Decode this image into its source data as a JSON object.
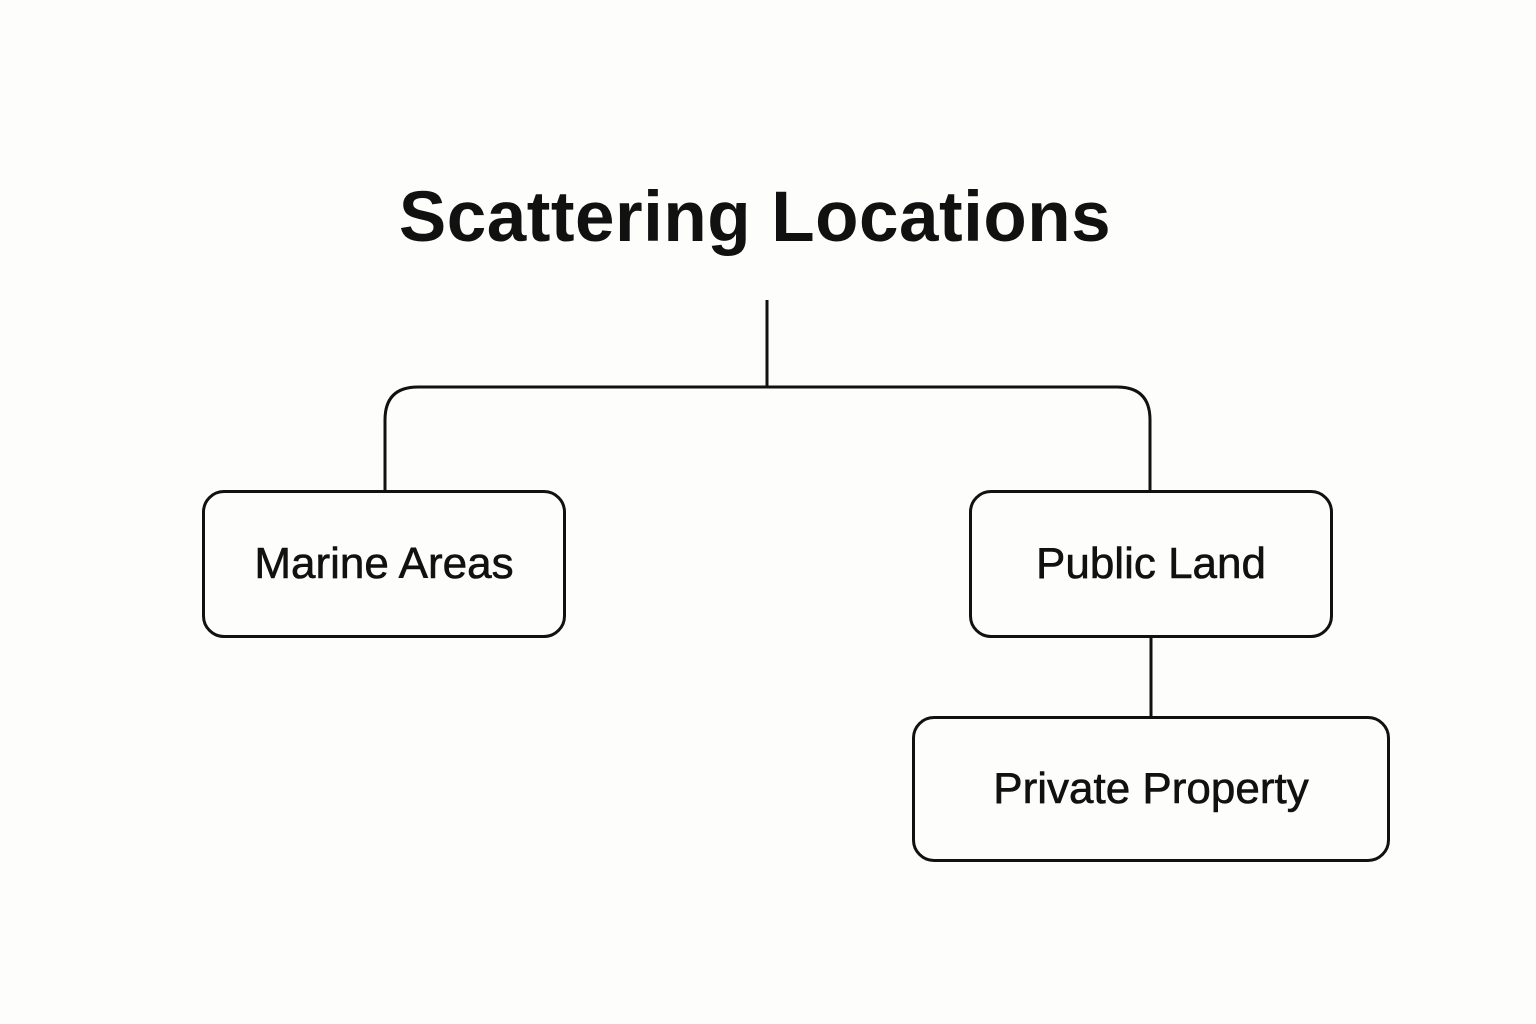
{
  "diagram": {
    "title": "Scattering Locations",
    "nodes": {
      "marine_areas": "Marine Areas",
      "public_land": "Public Land",
      "private_property": "Private Property"
    }
  }
}
